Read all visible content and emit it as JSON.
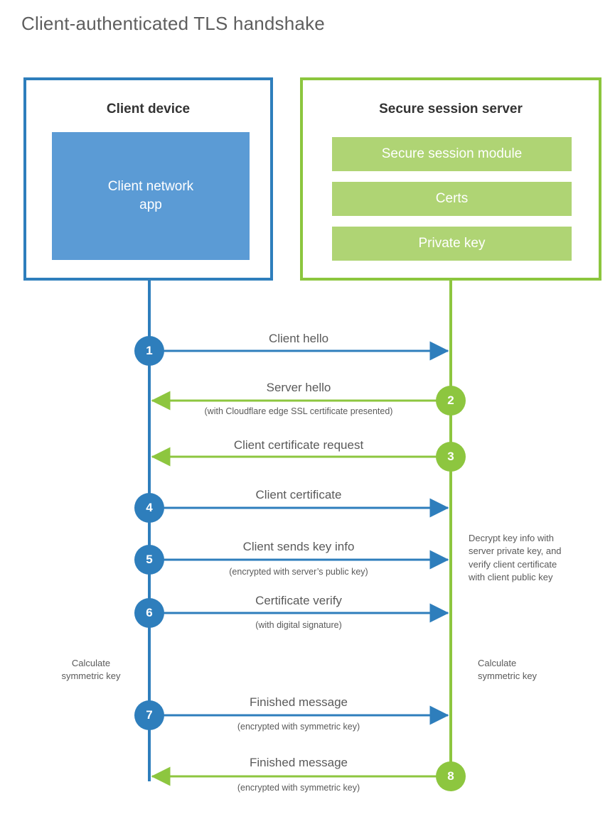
{
  "title": "Client-authenticated TLS handshake",
  "colors": {
    "client_blue": "#2e7ebc",
    "client_app_fill": "#5b9bd5",
    "server_green": "#8cc63e",
    "server_bar_fill": "#afd474",
    "text_gray": "#5a5a5a"
  },
  "entities": {
    "client": {
      "title": "Client device",
      "app_label": "Client network\napp"
    },
    "server": {
      "title": "Secure session server",
      "bars": [
        {
          "label": "Secure session module"
        },
        {
          "label": "Certs"
        },
        {
          "label": "Private key"
        }
      ]
    }
  },
  "steps": [
    {
      "num": "1",
      "label": "Client hello",
      "sub": "",
      "direction": "right",
      "actor": "client"
    },
    {
      "num": "2",
      "label": "Server hello",
      "sub": "(with Cloudflare edge SSL certificate presented)",
      "direction": "left",
      "actor": "server"
    },
    {
      "num": "3",
      "label": "Client certificate request",
      "sub": "",
      "direction": "left",
      "actor": "server"
    },
    {
      "num": "4",
      "label": "Client certificate",
      "sub": "",
      "direction": "right",
      "actor": "client"
    },
    {
      "num": "5",
      "label": "Client sends key info",
      "sub": "(encrypted with server’s public key)",
      "direction": "right",
      "actor": "client"
    },
    {
      "num": "6",
      "label": "Certificate verify",
      "sub": "(with digital signature)",
      "direction": "right",
      "actor": "client"
    },
    {
      "num": "7",
      "label": "Finished message",
      "sub": "(encrypted with symmetric key)",
      "direction": "right",
      "actor": "client"
    },
    {
      "num": "8",
      "label": "Finished message",
      "sub": "(encrypted with symmetric key)",
      "direction": "left",
      "actor": "server"
    }
  ],
  "annotations": {
    "server_decrypt": "Decrypt key info with\nserver private key, and\nverify client certificate\nwith client public key",
    "client_calculate": "Calculate\nsymmetric key",
    "server_calculate": "Calculate\nsymmetric key"
  }
}
